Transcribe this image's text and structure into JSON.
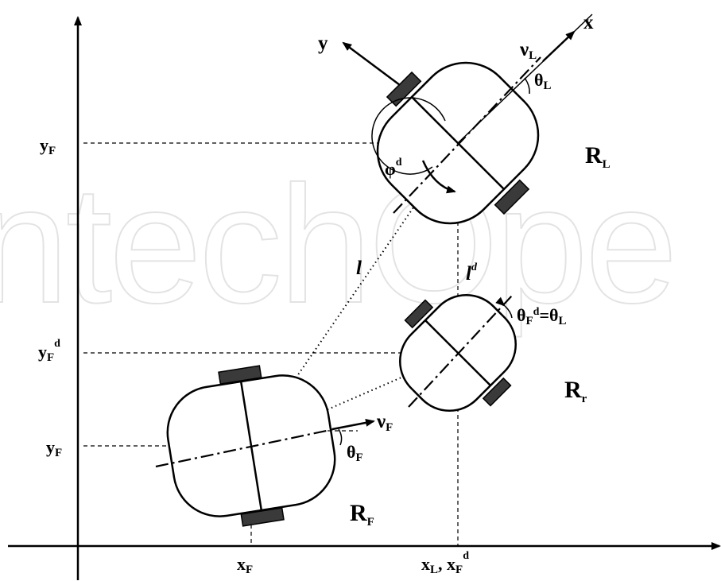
{
  "watermark": "ntechOpe",
  "axes": {
    "x_tick_xF": "x",
    "x_tick_xF_sub": "F",
    "x_tick_xL": "x",
    "x_tick_xL_sub": "L",
    "x_tick_xL_sep": ", x",
    "x_tick_xL_sub2": "F",
    "x_tick_xL_sup": "d",
    "y_tick_top": "y",
    "y_tick_top_sub": "F",
    "y_tick_mid": "y",
    "y_tick_mid_sub": "F",
    "y_tick_mid_sup": "d",
    "y_tick_bottom": "y",
    "y_tick_bottom_sub": "F"
  },
  "leader": {
    "frame_x": "x",
    "frame_y": "y",
    "velocity": "ν",
    "velocity_sub": "L",
    "theta": "θ",
    "theta_sub": "L",
    "phi": "φ",
    "phi_sup": "d",
    "name": "R",
    "name_sub": "L"
  },
  "reference": {
    "theta": "θ",
    "theta_sub": "F",
    "theta_sup": "d",
    "theta_eq": "=θ",
    "theta_eq_sub": "L",
    "name": "R",
    "name_sub": "r"
  },
  "follower": {
    "velocity": "ν",
    "velocity_sub": "F",
    "theta": "θ",
    "theta_sub": "F",
    "name": "R",
    "name_sub": "F"
  },
  "distances": {
    "l": "l",
    "ld": "l",
    "ld_sup": "d"
  }
}
